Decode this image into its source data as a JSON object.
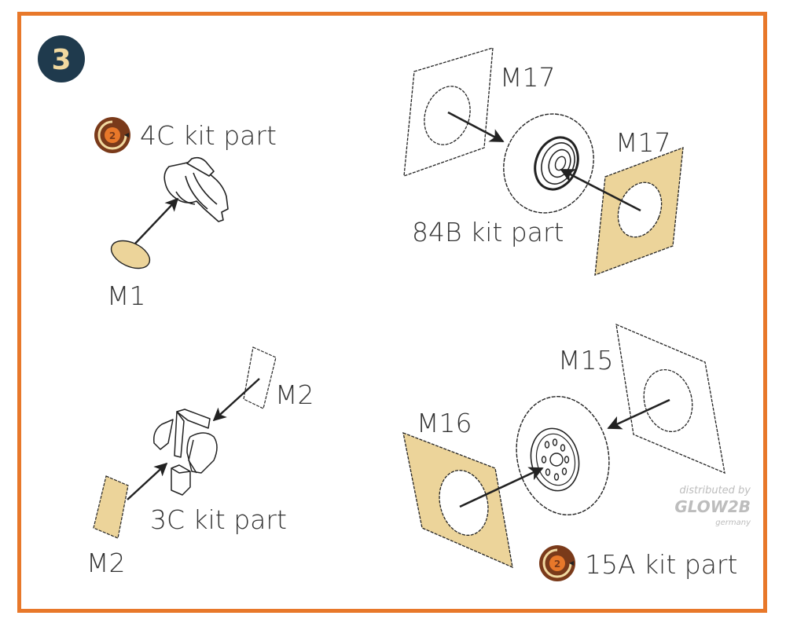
{
  "step": {
    "number": "3"
  },
  "colors": {
    "frame": "#e8782a",
    "step_badge_bg": "#1f3a4d",
    "step_badge_text": "#f1d9a0",
    "pe_part": "#ecd49a",
    "line": "#222222",
    "label_text": "#333333",
    "kit_icon_outer": "#7a3a1a",
    "kit_icon_inner": "#e8782a"
  },
  "assemblies": [
    {
      "id": "top-left",
      "kit_part_label": "4C kit part",
      "kit_icon": "kit-part-reference-icon",
      "kit_icon_number": "2",
      "parts": [
        {
          "label": "M1",
          "shape": "oval-disc",
          "colored": true
        }
      ]
    },
    {
      "id": "top-right",
      "kit_part_label": "84B kit part",
      "parts": [
        {
          "label": "M17",
          "shape": "ring-mask",
          "colored": false
        },
        {
          "label": "M17",
          "shape": "ring-mask",
          "colored": true
        }
      ]
    },
    {
      "id": "bottom-left",
      "kit_part_label": "3C kit part",
      "parts": [
        {
          "label": "M2",
          "shape": "strip",
          "colored": false
        },
        {
          "label": "M2",
          "shape": "strip",
          "colored": true
        }
      ]
    },
    {
      "id": "bottom-right",
      "kit_part_label": "15A kit part",
      "kit_icon": "kit-part-reference-icon",
      "kit_icon_number": "2",
      "parts": [
        {
          "label": "M15",
          "shape": "ring-mask",
          "colored": false
        },
        {
          "label": "M16",
          "shape": "ring-mask",
          "colored": true
        }
      ]
    }
  ],
  "watermark": {
    "line1": "distributed by",
    "line2": "GLOW2B",
    "line3": "germany"
  }
}
